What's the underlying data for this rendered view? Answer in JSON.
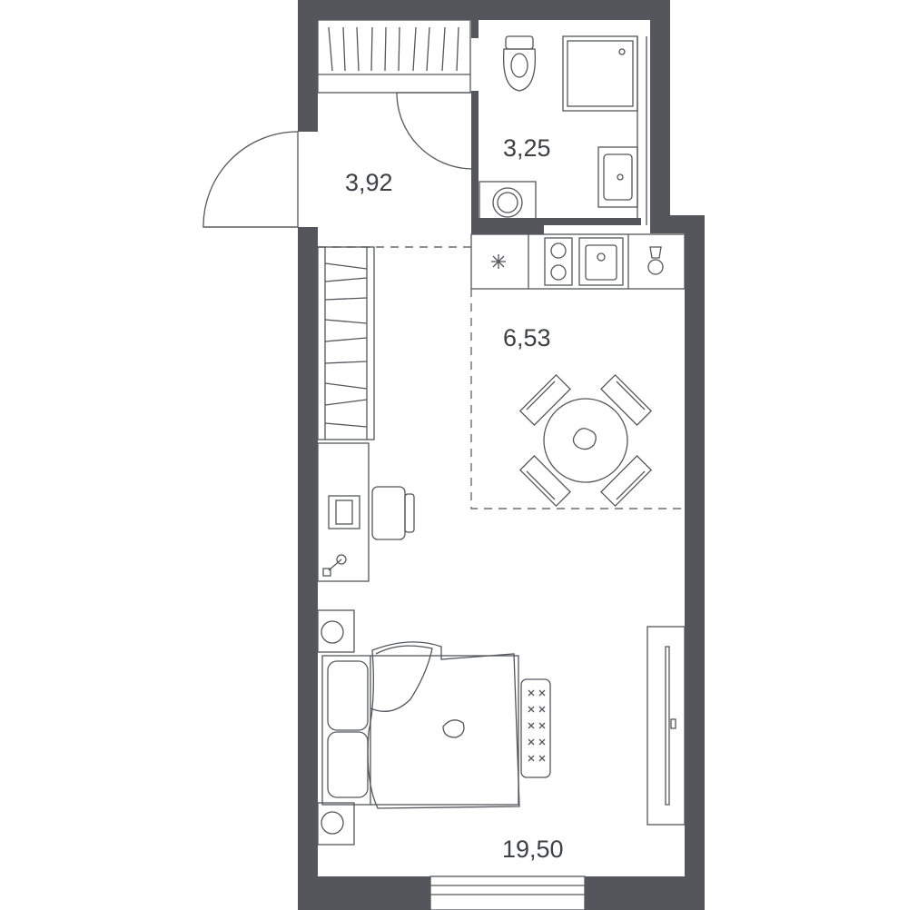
{
  "rooms": [
    {
      "id": "hallway",
      "area": "3,92"
    },
    {
      "id": "bathroom",
      "area": "3,25"
    },
    {
      "id": "kitchen",
      "area": "6,53"
    },
    {
      "id": "living",
      "area": "19,50"
    }
  ],
  "colors": {
    "wall": "#54565c",
    "line": "#54565c",
    "background": "#ffffff"
  },
  "icons": [
    "door-swing-icon",
    "toilet-icon",
    "shower-tray-icon",
    "washbasin-icon",
    "washing-machine-icon",
    "stove-icon",
    "kitchen-sink-icon",
    "dining-table-icon",
    "desk-icon",
    "office-chair-icon",
    "bed-icon",
    "wardrobe-icon",
    "tv-cabinet-icon",
    "window-icon"
  ]
}
